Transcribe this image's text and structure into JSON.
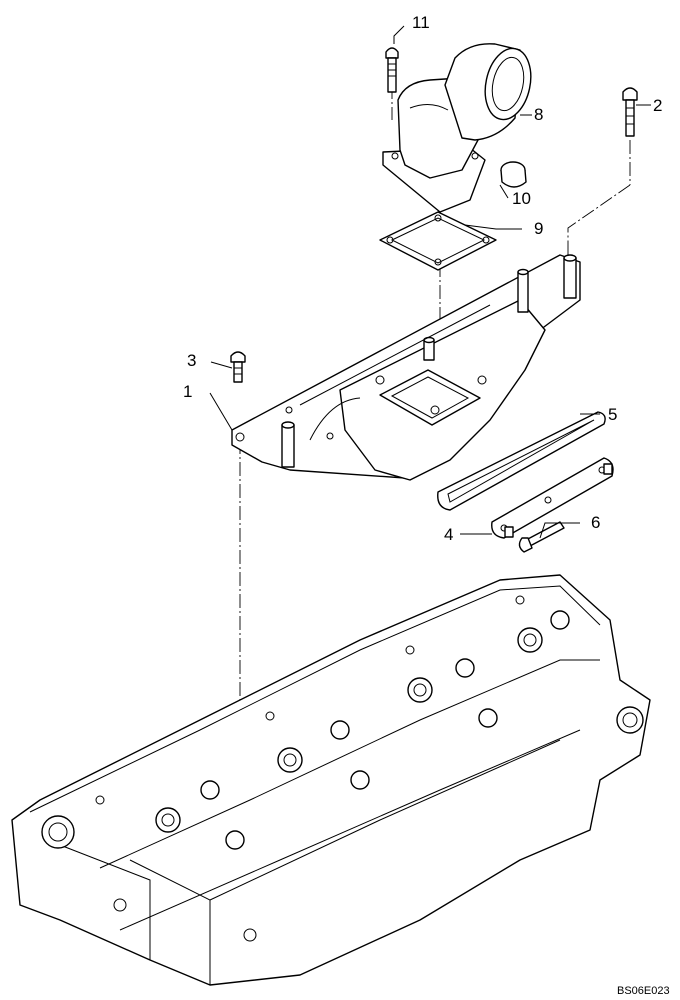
{
  "callouts": [
    {
      "id": "callout-1",
      "label": "1"
    },
    {
      "id": "callout-2",
      "label": "2"
    },
    {
      "id": "callout-3",
      "label": "3"
    },
    {
      "id": "callout-4",
      "label": "4"
    },
    {
      "id": "callout-5",
      "label": "5"
    },
    {
      "id": "callout-6",
      "label": "6"
    },
    {
      "id": "callout-8",
      "label": "8"
    },
    {
      "id": "callout-9",
      "label": "9"
    },
    {
      "id": "callout-10",
      "label": "10"
    },
    {
      "id": "callout-11",
      "label": "11"
    }
  ],
  "drawing_code": "BS06E023"
}
